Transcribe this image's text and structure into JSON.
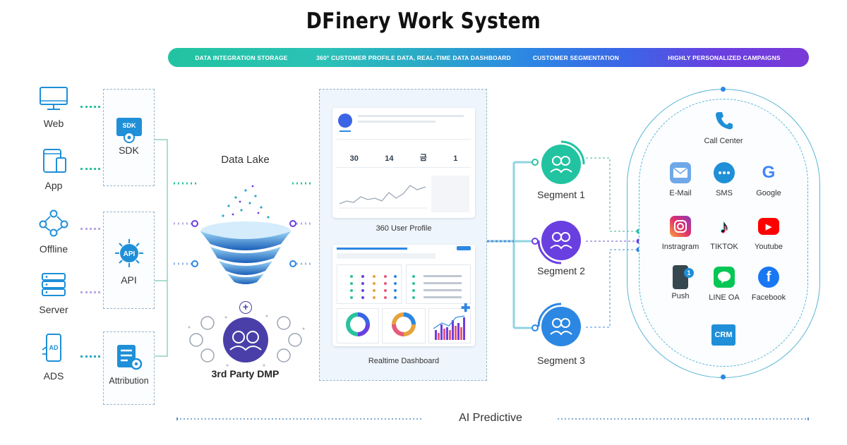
{
  "title": "DFinery Work System",
  "phases": [
    {
      "label": "DATA INTEGRATION STORAGE"
    },
    {
      "label": "360° CUSTOMER PROFILE DATA, REAL-TIME DATA DASHBOARD"
    },
    {
      "label": "CUSTOMER SEGMENTATION"
    },
    {
      "label": "HIGHLY PERSONALIZED CAMPAIGNS"
    }
  ],
  "sources": [
    {
      "label": "Web",
      "icon": "monitor-icon"
    },
    {
      "label": "App",
      "icon": "devices-icon"
    },
    {
      "label": "Offline",
      "icon": "network-people-icon"
    },
    {
      "label": "Server",
      "icon": "server-icon"
    },
    {
      "label": "ADS",
      "icon": "ad-phone-icon"
    }
  ],
  "collectors": [
    {
      "label": "SDK",
      "badge": "SDK"
    },
    {
      "label": "API",
      "badge": "API"
    },
    {
      "label": "Attribution"
    }
  ],
  "data_lake": {
    "label": "Data Lake"
  },
  "dmp": {
    "label": "3rd Party DMP"
  },
  "profile_card": {
    "caption": "360 User Profile",
    "stats": [
      {
        "value": "30"
      },
      {
        "value": "14"
      },
      {
        "value": "금"
      },
      {
        "value": "1"
      }
    ]
  },
  "dashboard_card": {
    "caption": "Realtime Dashboard"
  },
  "segments": [
    {
      "label": "Segment 1"
    },
    {
      "label": "Segment 2"
    },
    {
      "label": "Segment 3"
    }
  ],
  "channels": [
    {
      "label": "Call Center",
      "icon": "phone-icon"
    },
    {
      "label": "E-Mail",
      "icon": "mail-icon"
    },
    {
      "label": "SMS",
      "icon": "sms-icon"
    },
    {
      "label": "Google",
      "icon": "google-icon",
      "glyph": "G"
    },
    {
      "label": "Instragram",
      "icon": "instagram-icon"
    },
    {
      "label": "TIKTOK",
      "icon": "tiktok-icon",
      "glyph": "♪"
    },
    {
      "label": "Youtube",
      "icon": "youtube-icon",
      "glyph": "▶"
    },
    {
      "label": "Push",
      "icon": "push-icon",
      "glyph": "1"
    },
    {
      "label": "LINE OA",
      "icon": "line-icon"
    },
    {
      "label": "Facebook",
      "icon": "facebook-icon",
      "glyph": "f"
    },
    {
      "label": "",
      "icon": "crm-icon",
      "glyph": "CRM"
    }
  ],
  "ai": {
    "label": "AI Predictive"
  },
  "colors": {
    "green": "#22c3a1",
    "teal": "#2aa9c7",
    "blue": "#2c87e3",
    "purple": "#6a3fe0",
    "dmp": "#4a3fa8"
  }
}
